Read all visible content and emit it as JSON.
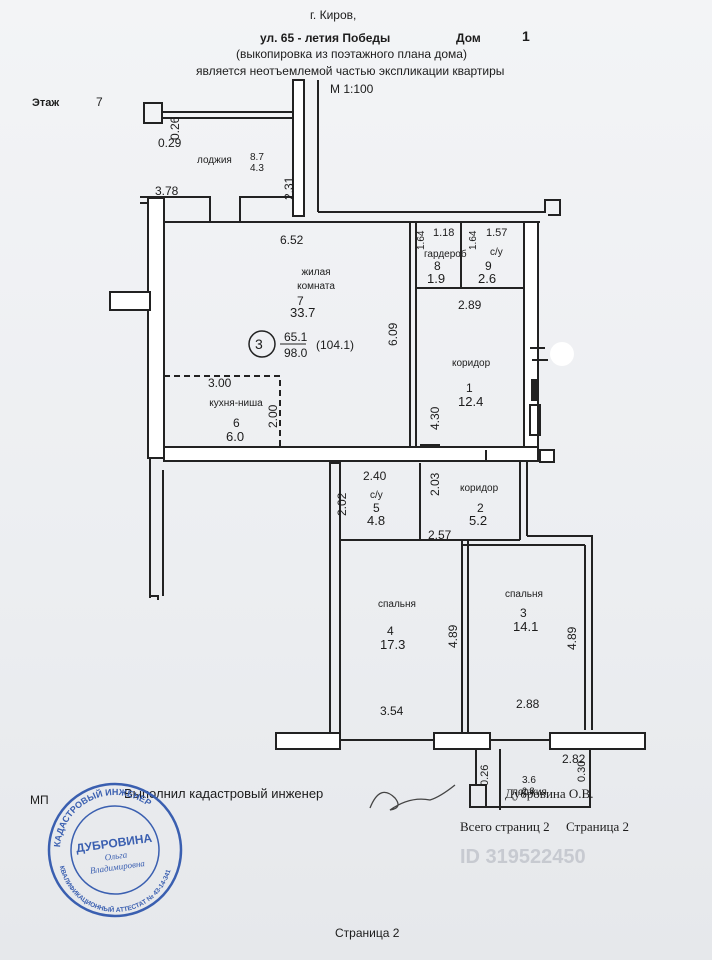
{
  "header": {
    "city": "г. Киров,",
    "street": "ул. 65 - летия Победы",
    "house_label": "Дом",
    "house_number": "1",
    "subtitle": "(выкопировка из поэтажного плана дома)",
    "note": "является неотъемлемой частью экспликации квартиры",
    "floor_label": "Этаж",
    "floor_number": "7",
    "scale": "M 1:100"
  },
  "plan": {
    "apartment_number": "3",
    "area_living": "65.1",
    "area_total": "98.0",
    "area_with_loggias": "(104.1)",
    "rooms": [
      {
        "name": "лоджия",
        "number": "8.7",
        "area": "4.3"
      },
      {
        "name": "жилая комната",
        "number": "7",
        "area": "33.7"
      },
      {
        "name": "кухня-ниша",
        "number": "6",
        "area": "6.0"
      },
      {
        "name": "гардероб",
        "number": "8",
        "area": "1.9"
      },
      {
        "name": "с/у",
        "number": "9",
        "area": "2.6"
      },
      {
        "name": "коридор",
        "number": "1",
        "area": "12.4"
      },
      {
        "name": "с/у",
        "number": "5",
        "area": "4.8"
      },
      {
        "name": "коридор",
        "number": "2",
        "area": "5.2"
      },
      {
        "name": "спальня",
        "number": "4",
        "area": "17.3"
      },
      {
        "name": "спальня",
        "number": "3",
        "area": "14.1"
      },
      {
        "name": "лоджия",
        "number": "3.6",
        "area": "2.8"
      }
    ],
    "dimensions": {
      "d026a": "0.26",
      "d029": "0.29",
      "d378": "3.78",
      "d231": "2.31",
      "d652": "6.52",
      "d164a": "1.64",
      "d118": "1.18",
      "d164b": "1.64",
      "d157": "1.57",
      "d289": "2.89",
      "d609": "6.09",
      "d300": "3.00",
      "d200": "2.00",
      "d430": "4.30",
      "d240": "2.40",
      "d203": "2.03",
      "d202": "2.02",
      "d257": "2.57",
      "d489a": "4.89",
      "d489b": "4.89",
      "d354": "3.54",
      "d288": "2.88",
      "d026b": "0.26",
      "d282": "2.82",
      "d030": "0.30"
    }
  },
  "footer": {
    "mp": "МП",
    "engineer_label": "Выполнил кадастровый инженер",
    "engineer_name": "Дубровина О.В.",
    "pages_total": "Всего страниц  2",
    "page_current": "Страница  2",
    "page_bottom": "Страница 2",
    "stamp": {
      "outer_top": "КАДАСТРОВЫЙ ИНЖЕНЕР",
      "outer_bottom": "КВАЛИФИКАЦИОННЫЙ АТТЕСТАТ № 43-14-341",
      "surname": "ДУБРОВИНА",
      "name": "Ольга",
      "patronymic": "Владимировна",
      "color": "#3a5fb0"
    },
    "watermark_id": "ID 319522450"
  }
}
